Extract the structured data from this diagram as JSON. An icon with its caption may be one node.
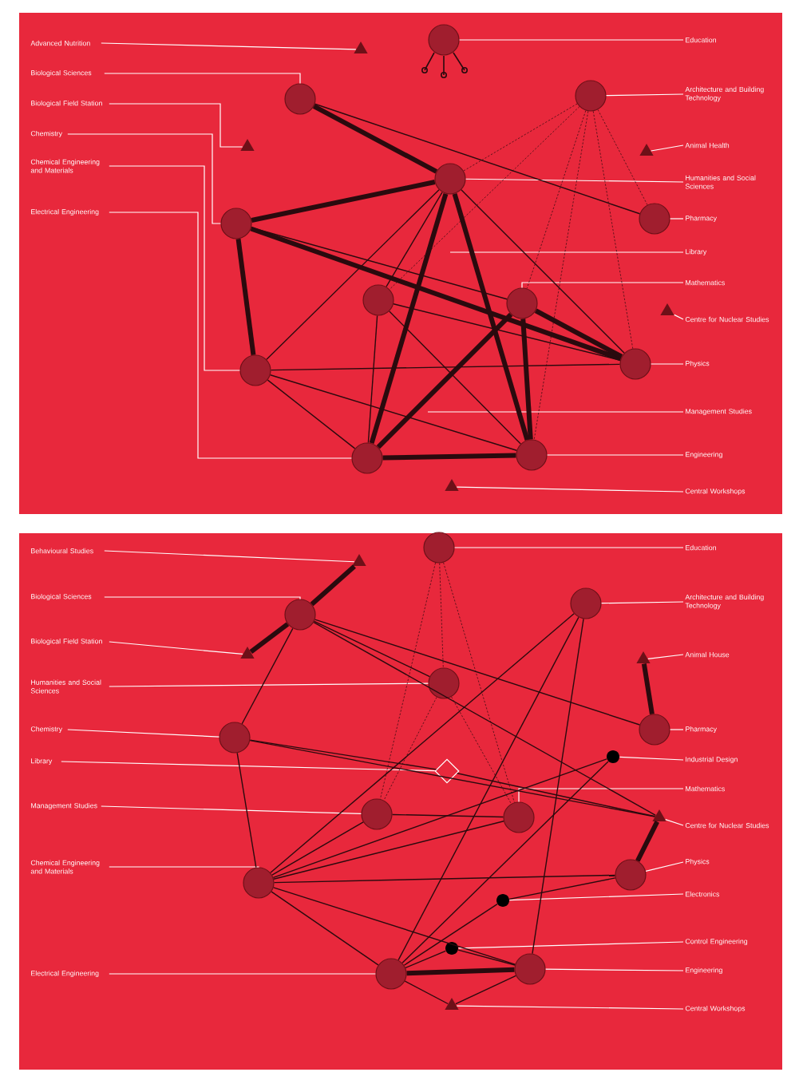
{
  "diagram": {
    "nodes": [
      {
        "text": [
          "Advanced Nutrition"
        ]
      },
      {
        "text": [
          "Biological Sciences"
        ]
      },
      {
        "text": [
          "Biological Field Station"
        ]
      },
      {
        "text": [
          "Chemistry"
        ]
      },
      {
        "text": [
          "Chemical Engineering and Materials"
        ]
      },
      {
        "text": [
          "Electrical Engineering"
        ]
      },
      {
        "text": [
          "Education"
        ]
      },
      {
        "text": [
          "Architecture and Building Technology"
        ]
      },
      {
        "text": [
          "Animal Health"
        ]
      },
      {
        "text": [
          "Humanities and Social Sciences"
        ]
      },
      {
        "text": [
          "Pharmacy"
        ]
      },
      {
        "text": [
          "Library"
        ]
      },
      {
        "text": [
          "Mathematics"
        ]
      },
      {
        "text": [
          "Centre for Nuclear Studies"
        ]
      },
      {
        "text": [
          "Physics"
        ]
      },
      {
        "text": [
          "Management Studies"
        ]
      },
      {
        "text": [
          "Engineering"
        ]
      },
      {
        "text": [
          "Central Workshops"
        ]
      },
      {
        "text": [],
        "shape": "circle"
      },
      {
        "text": [],
        "shape": "triangle"
      },
      {
        "text": [],
        "shape": "circle"
      },
      {
        "text": [],
        "shape": "circle"
      },
      {
        "text": [],
        "shape": "triangle"
      },
      {
        "text": [],
        "shape": "triangle"
      },
      {
        "text": [],
        "shape": "circle"
      },
      {
        "text": [],
        "shape": "circle"
      },
      {
        "text": [],
        "shape": "circle"
      },
      {
        "text": [],
        "shape": "circle"
      },
      {
        "text": [],
        "shape": "circle"
      },
      {
        "text": [],
        "shape": "triangle"
      },
      {
        "text": [],
        "shape": "circle"
      },
      {
        "text": [],
        "shape": "circle"
      },
      {
        "text": [],
        "shape": "circle"
      },
      {
        "text": [],
        "shape": "circle"
      },
      {
        "text": [],
        "shape": "triangle"
      },
      {
        "text": [
          "Behavioural Studies"
        ]
      },
      {
        "text": [
          "Biological Sciences"
        ]
      },
      {
        "text": [
          "Biological Field Station"
        ]
      },
      {
        "text": [
          "Humanities and Social Sciences"
        ]
      },
      {
        "text": [
          "Chemistry"
        ]
      },
      {
        "text": [
          "Library"
        ]
      },
      {
        "text": [
          "Management Studies"
        ]
      },
      {
        "text": [
          "Chemical Engineering and Materials"
        ]
      },
      {
        "text": [
          "Electrical Engineering"
        ]
      },
      {
        "text": [
          "Education"
        ]
      },
      {
        "text": [
          "Architecture and Building Technology"
        ]
      },
      {
        "text": [
          "Animal House"
        ]
      },
      {
        "text": [
          "Pharmacy"
        ]
      },
      {
        "text": [
          "Industrial Design"
        ]
      },
      {
        "text": [
          "Mathematics"
        ]
      },
      {
        "text": [
          "Centre for Nuclear Studies"
        ]
      },
      {
        "text": [
          "Physics"
        ]
      },
      {
        "text": [
          "Electronics"
        ]
      },
      {
        "text": [
          "Control Engineering"
        ]
      },
      {
        "text": [
          "Engineering"
        ]
      },
      {
        "text": [
          "Central Workshops"
        ]
      },
      {
        "text": [],
        "shape": "circle"
      },
      {
        "text": [],
        "shape": "triangle"
      },
      {
        "text": [],
        "shape": "circle"
      },
      {
        "text": [],
        "shape": "circle"
      },
      {
        "text": [],
        "shape": "triangle"
      },
      {
        "text": [],
        "shape": "triangle"
      },
      {
        "text": [],
        "shape": "circle"
      },
      {
        "text": [],
        "shape": "circle"
      },
      {
        "text": [],
        "shape": "circle"
      },
      {
        "text": [],
        "shape": "dot"
      },
      {
        "text": [],
        "shape": "diamond"
      },
      {
        "text": [],
        "shape": "circle"
      },
      {
        "text": [],
        "shape": "circle"
      },
      {
        "text": [],
        "shape": "triangle"
      },
      {
        "text": [],
        "shape": "circle"
      },
      {
        "text": [],
        "shape": "circle"
      },
      {
        "text": [],
        "shape": "dot"
      },
      {
        "text": [],
        "shape": "dot"
      },
      {
        "text": [],
        "shape": "circle"
      },
      {
        "text": [],
        "shape": "circle"
      },
      {
        "text": [],
        "shape": "triangle"
      }
    ],
    "edges": [
      {
        "from": 0,
        "to": 19,
        "arrow": "none",
        "color": "#ffffff"
      },
      {
        "from": 1,
        "to": 20,
        "arrow": "none",
        "color": "#ffffff"
      },
      {
        "from": 2,
        "to": 22,
        "arrow": "none",
        "color": "#ffffff"
      },
      {
        "from": 3,
        "to": 26,
        "arrow": "none",
        "color": "#ffffff"
      },
      {
        "from": 4,
        "to": 31,
        "arrow": "none",
        "color": "#ffffff"
      },
      {
        "from": 5,
        "to": 32,
        "arrow": "none",
        "color": "#ffffff"
      },
      {
        "from": 6,
        "to": 18,
        "arrow": "none",
        "color": "#ffffff"
      },
      {
        "from": 7,
        "to": 21,
        "arrow": "none",
        "color": "#ffffff"
      },
      {
        "from": 8,
        "to": 23,
        "arrow": "none",
        "color": "#ffffff"
      },
      {
        "from": 9,
        "to": 24,
        "arrow": "none",
        "color": "#ffffff"
      },
      {
        "from": 10,
        "to": 25,
        "arrow": "none",
        "color": "#ffffff"
      },
      {
        "from": 11,
        "to": null,
        "arrow": "none",
        "color": "#ffffff"
      },
      {
        "from": 12,
        "to": 28,
        "arrow": "none",
        "color": "#ffffff"
      },
      {
        "from": 13,
        "to": 29,
        "arrow": "none",
        "color": "#ffffff"
      },
      {
        "from": 14,
        "to": 30,
        "arrow": "none",
        "color": "#ffffff"
      },
      {
        "from": 15,
        "to": null,
        "arrow": "none",
        "color": "#ffffff"
      },
      {
        "from": 16,
        "to": 33,
        "arrow": "none",
        "color": "#ffffff"
      },
      {
        "from": 17,
        "to": 34,
        "arrow": "none",
        "color": "#ffffff"
      },
      {
        "from": 20,
        "to": 24,
        "arrow": "none",
        "style": "thick"
      },
      {
        "from": 20,
        "to": 25,
        "arrow": "none"
      },
      {
        "from": 26,
        "to": 24,
        "arrow": "none",
        "style": "thick"
      },
      {
        "from": 26,
        "to": 31,
        "arrow": "none",
        "style": "thick"
      },
      {
        "from": 26,
        "to": 30,
        "arrow": "none",
        "style": "thick"
      },
      {
        "from": 26,
        "to": 28,
        "arrow": "none"
      },
      {
        "from": 24,
        "to": 32,
        "arrow": "none",
        "style": "thick"
      },
      {
        "from": 24,
        "to": 33,
        "arrow": "none",
        "style": "thick"
      },
      {
        "from": 24,
        "to": 27,
        "arrow": "none"
      },
      {
        "from": 24,
        "to": 30,
        "arrow": "none"
      },
      {
        "from": 24,
        "to": 31,
        "arrow": "none"
      },
      {
        "from": 28,
        "to": 32,
        "arrow": "none",
        "style": "thick"
      },
      {
        "from": 28,
        "to": 33,
        "arrow": "none",
        "style": "thick"
      },
      {
        "from": 28,
        "to": 30,
        "arrow": "none",
        "style": "thick"
      },
      {
        "from": 32,
        "to": 33,
        "arrow": "none",
        "style": "thick"
      },
      {
        "from": 31,
        "to": 32,
        "arrow": "none"
      },
      {
        "from": 31,
        "to": 30,
        "arrow": "none"
      },
      {
        "from": 31,
        "to": 33,
        "arrow": "none"
      },
      {
        "from": 27,
        "to": 33,
        "arrow": "none"
      },
      {
        "from": 27,
        "to": 30,
        "arrow": "none"
      },
      {
        "from": 27,
        "to": 32,
        "arrow": "none"
      },
      {
        "from": 21,
        "to": 24,
        "arrow": "none",
        "style": "dashed"
      },
      {
        "from": 21,
        "to": 27,
        "arrow": "none",
        "style": "dashed"
      },
      {
        "from": 21,
        "to": 28,
        "arrow": "none",
        "style": "dashed"
      },
      {
        "from": 21,
        "to": 30,
        "arrow": "none",
        "style": "dashed"
      },
      {
        "from": 21,
        "to": 33,
        "arrow": "none",
        "style": "dashed"
      },
      {
        "from": 21,
        "to": 25,
        "arrow": "none",
        "style": "dashed"
      },
      {
        "from": 35,
        "to": 57,
        "arrow": "none",
        "color": "#ffffff"
      },
      {
        "from": 36,
        "to": 58,
        "arrow": "none",
        "color": "#ffffff"
      },
      {
        "from": 37,
        "to": 60,
        "arrow": "none",
        "color": "#ffffff"
      },
      {
        "from": 38,
        "to": 62,
        "arrow": "none",
        "color": "#ffffff"
      },
      {
        "from": 39,
        "to": 63,
        "arrow": "none",
        "color": "#ffffff"
      },
      {
        "from": 40,
        "to": 66,
        "arrow": "none",
        "color": "#ffffff"
      },
      {
        "from": 41,
        "to": 67,
        "arrow": "none",
        "color": "#ffffff"
      },
      {
        "from": 42,
        "to": 71,
        "arrow": "none",
        "color": "#ffffff"
      },
      {
        "from": 43,
        "to": 74,
        "arrow": "none",
        "color": "#ffffff"
      },
      {
        "from": 44,
        "to": 56,
        "arrow": "none",
        "color": "#ffffff"
      },
      {
        "from": 45,
        "to": 59,
        "arrow": "none",
        "color": "#ffffff"
      },
      {
        "from": 46,
        "to": 61,
        "arrow": "none",
        "color": "#ffffff"
      },
      {
        "from": 47,
        "to": 64,
        "arrow": "none",
        "color": "#ffffff"
      },
      {
        "from": 48,
        "to": 65,
        "arrow": "none",
        "color": "#ffffff"
      },
      {
        "from": 49,
        "to": 68,
        "arrow": "none",
        "color": "#ffffff"
      },
      {
        "from": 50,
        "to": 69,
        "arrow": "none",
        "color": "#ffffff"
      },
      {
        "from": 51,
        "to": 70,
        "arrow": "none",
        "color": "#ffffff"
      },
      {
        "from": 52,
        "to": 72,
        "arrow": "none",
        "color": "#ffffff"
      },
      {
        "from": 53,
        "to": 73,
        "arrow": "none",
        "color": "#ffffff"
      },
      {
        "from": 54,
        "to": 75,
        "arrow": "none",
        "color": "#ffffff"
      },
      {
        "from": 55,
        "to": 76,
        "arrow": "none",
        "color": "#ffffff"
      },
      {
        "from": 57,
        "to": 58,
        "arrow": "none",
        "style": "thick"
      },
      {
        "from": 58,
        "to": 60,
        "arrow": "none",
        "style": "thick"
      },
      {
        "from": 61,
        "to": 64,
        "arrow": "none",
        "style": "thick"
      },
      {
        "from": 58,
        "to": 63,
        "arrow": "none"
      },
      {
        "from": 63,
        "to": 71,
        "arrow": "none"
      },
      {
        "from": 71,
        "to": 74,
        "arrow": "none"
      },
      {
        "from": 58,
        "to": 62,
        "arrow": "none"
      },
      {
        "from": 58,
        "to": 64,
        "arrow": "none"
      },
      {
        "from": 58,
        "to": 69,
        "arrow": "none"
      },
      {
        "from": 59,
        "to": 74,
        "arrow": "none"
      },
      {
        "from": 59,
        "to": 75,
        "arrow": "none"
      },
      {
        "from": 59,
        "to": 71,
        "arrow": "none"
      },
      {
        "from": 56,
        "to": 62,
        "arrow": "none",
        "style": "dashed"
      },
      {
        "from": 56,
        "to": 67,
        "arrow": "none",
        "style": "dashed"
      },
      {
        "from": 56,
        "to": 68,
        "arrow": "none",
        "style": "dashed"
      },
      {
        "from": 62,
        "to": 67,
        "arrow": "none",
        "style": "dashed"
      },
      {
        "from": 62,
        "to": 68,
        "arrow": "none",
        "style": "dashed"
      },
      {
        "from": 63,
        "to": 66,
        "arrow": "none"
      },
      {
        "from": 63,
        "to": 69,
        "arrow": "none"
      },
      {
        "from": 66,
        "to": 69,
        "arrow": "none"
      },
      {
        "from": 67,
        "to": 68,
        "arrow": "none"
      },
      {
        "from": 71,
        "to": 67,
        "arrow": "none"
      },
      {
        "from": 71,
        "to": 68,
        "arrow": "none"
      },
      {
        "from": 71,
        "to": 70,
        "arrow": "none"
      },
      {
        "from": 71,
        "to": 65,
        "arrow": "none"
      },
      {
        "from": 71,
        "to": 75,
        "arrow": "none"
      },
      {
        "from": 74,
        "to": 75,
        "arrow": "none",
        "style": "thick"
      },
      {
        "from": 74,
        "to": 72,
        "arrow": "none"
      },
      {
        "from": 74,
        "to": 65,
        "arrow": "none"
      },
      {
        "from": 72,
        "to": 70,
        "arrow": "none"
      },
      {
        "from": 69,
        "to": 70,
        "arrow": "none",
        "style": "thick"
      },
      {
        "from": 74,
        "to": 73,
        "arrow": "none"
      },
      {
        "from": 73,
        "to": 75,
        "arrow": "none"
      },
      {
        "from": 76,
        "to": 74,
        "arrow": "none"
      },
      {
        "from": 76,
        "to": 75,
        "arrow": "none"
      }
    ]
  }
}
